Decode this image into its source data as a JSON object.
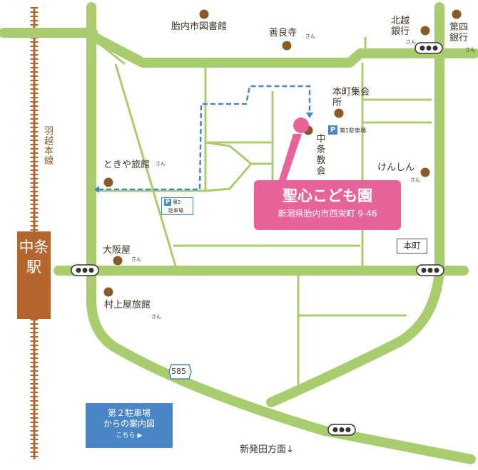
{
  "railway": {
    "line_name": "羽越本線",
    "station": "中条駅"
  },
  "landmarks": {
    "library": "胎内市図書館",
    "zenryoji": "善良寺",
    "hokuetsu_bank": "北越銀行",
    "daishi_bank": "第四銀行",
    "honmachi_hall": "本町集会所",
    "nakajo_church": "中条教会",
    "kenshin": "けんしん",
    "tokiya": "ときや旅館",
    "osakaya": "大阪屋",
    "murakamiya": "村上屋旅館"
  },
  "honorific": "さん",
  "parking": {
    "p_symbol": "P",
    "first": "第1駐車場",
    "second_line1": "第2",
    "second_line2": "駐車場"
  },
  "destination": {
    "name": "聖心こども園",
    "address": "新潟県胎内市西栄町 9-46"
  },
  "intersection": "本町",
  "route_number": "585",
  "direction": "新発田方面↓",
  "guide_button": {
    "line1": "第２駐車場",
    "line2": "からの案内図",
    "line3": "こちら ▶"
  },
  "colors": {
    "road": "#a9cd6e",
    "rail": "#b5652e",
    "marker": "#e9639b",
    "route_dash": "#4a86c6",
    "poi_dot": "#8b5a2b"
  }
}
